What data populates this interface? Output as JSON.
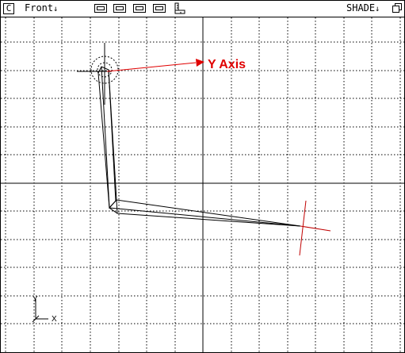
{
  "header": {
    "corner_label": "C",
    "view_label": "Front",
    "view_arrow": "↓",
    "shade_label": "SHADE",
    "shade_arrow": "↓"
  },
  "viewport": {
    "annotation_label": "Y Axis",
    "axis_gizmo": {
      "y_label": "Y",
      "x_label": "X"
    }
  },
  "colors": {
    "grid": "#000000",
    "annotation": "#e00000",
    "joint_axis": "#c00000",
    "background": "#ffffff"
  },
  "icons": {
    "corner": "corner-c-icon",
    "layout_buttons": [
      "single-view-icon",
      "split-view-icon",
      "quad-view-icon",
      "stack-view-icon"
    ],
    "ruler": "ruler-icon",
    "maximize": "maximize-icon"
  }
}
